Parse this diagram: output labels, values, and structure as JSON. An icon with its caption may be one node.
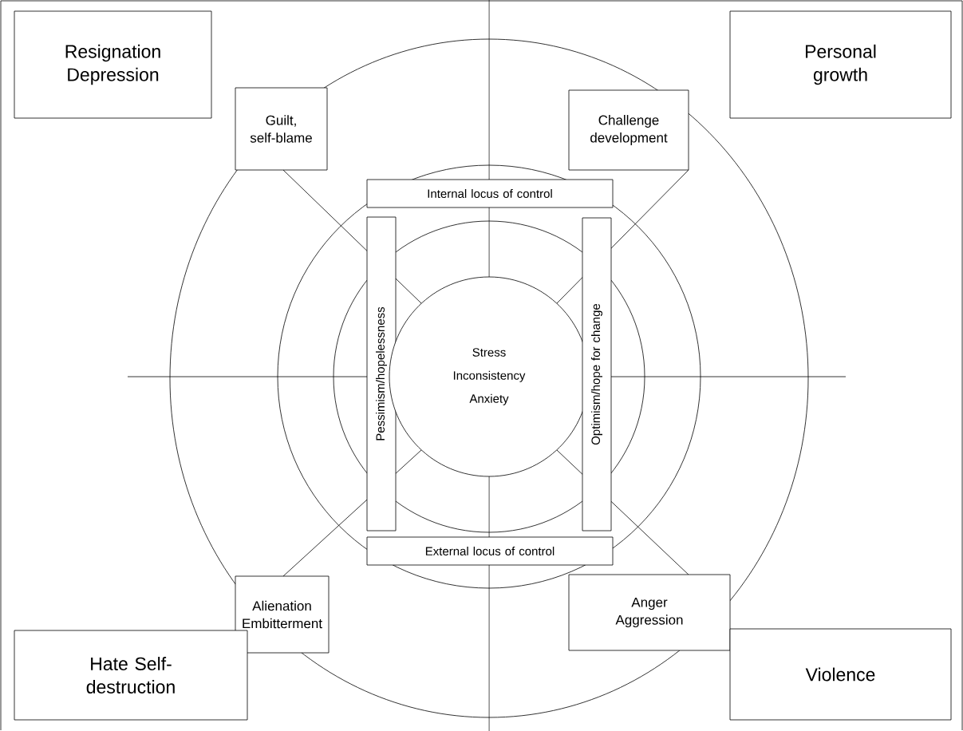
{
  "diagram": {
    "nodes": [
      {
        "text": [
          "Resignation Depression"
        ]
      },
      {
        "text": [
          "Personal growth"
        ]
      },
      {
        "text": [
          "Guilt, self-blame"
        ]
      },
      {
        "text": [
          "Challenge development"
        ]
      },
      {
        "text": [
          "Internal locus of control"
        ]
      },
      {
        "text": [
          "Pessimism/hopelessness"
        ]
      },
      {
        "text": [
          "Stress",
          "Inconsistency",
          "Anxiety"
        ]
      },
      {
        "text": [
          "Optimism/hope for change"
        ]
      },
      {
        "text": [
          "External locus of control"
        ]
      },
      {
        "text": [
          "Alienation Embitterment"
        ]
      },
      {
        "text": [
          "Anger Aggression"
        ]
      },
      {
        "text": [
          "Hate Self-destruction"
        ]
      },
      {
        "text": [
          "Violence"
        ]
      }
    ]
  }
}
